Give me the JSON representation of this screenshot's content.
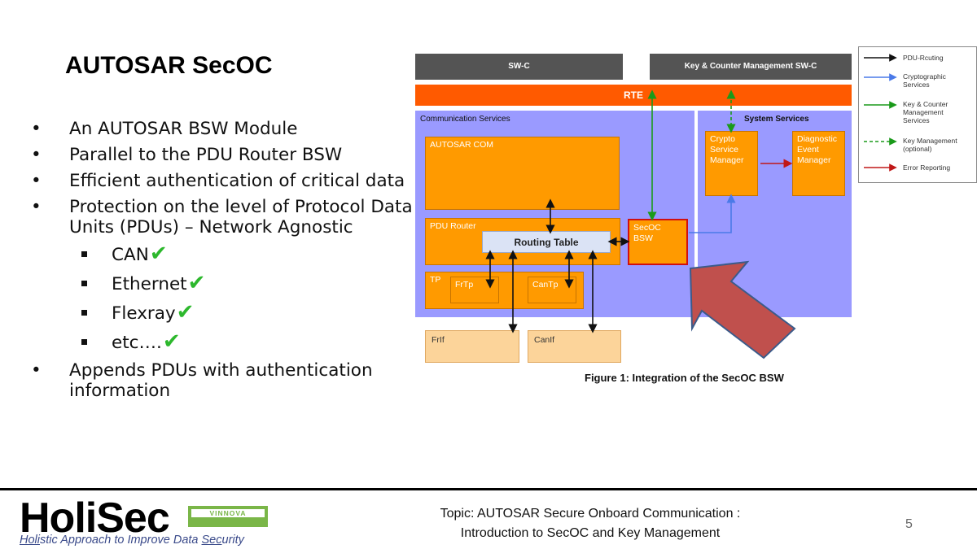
{
  "slide": {
    "title": "AUTOSAR SecOC",
    "bullets": [
      "An AUTOSAR BSW Module",
      "Parallel to the PDU Router BSW",
      "Efficient authentication of critical data",
      "Protection on the level of Protocol Data Units (PDUs) – Network Agnostic"
    ],
    "sub_bullets": [
      "CAN",
      "Ethernet",
      "Flexray",
      "etc…."
    ],
    "last_bullet": "Appends PDUs with authentication information",
    "check_mark": "✔",
    "page_number": "5"
  },
  "diagram": {
    "swc": "SW-C",
    "key_counter_swc": "Key & Counter Management SW-C",
    "rte": "RTE",
    "communication_services": "Communication Services",
    "system_services": "System Services",
    "autosar_com": "AUTOSAR COM",
    "pdu_router": "PDU Router",
    "routing_table": "Routing Table",
    "secoc_bsw": "SecOC BSW",
    "crypto_service_manager": "Crypto Service Manager",
    "diagnostic_event_manager": "Diagnostic Event Manager",
    "tp": "TP",
    "frtp": "FrTp",
    "cantp": "CanTp",
    "frif": "FrIf",
    "canif": "CanIf",
    "caption": "Figure 1: Integration of the SecOC BSW",
    "legend": [
      {
        "label": "PDU-Rcuting",
        "color": "#111111",
        "dashed": false
      },
      {
        "label": "Cryptographic Services",
        "color": "#4a7ae8",
        "dashed": false
      },
      {
        "label": "Key & Counter Management Services",
        "color": "#1a9a1a",
        "dashed": false
      },
      {
        "label": "Key Management (optional)",
        "color": "#1a9a1a",
        "dashed": true
      },
      {
        "label": "Error Reporting",
        "color": "#c01818",
        "dashed": false
      }
    ],
    "colors": {
      "rte": "#ff5a00",
      "panel": "#9a9aff",
      "module": "#ff9a00",
      "highlight_arrow": "#c0504d"
    }
  },
  "footer": {
    "logo": "HoliSec",
    "tagline_parts": [
      "Holi",
      "stic Approach to Improve Data ",
      "Sec",
      "urity"
    ],
    "vinnova": "VINNOVA",
    "topic_line1": "Topic: AUTOSAR Secure Onboard Communication :",
    "topic_line2": "Introduction to SecOC and Key Management"
  }
}
